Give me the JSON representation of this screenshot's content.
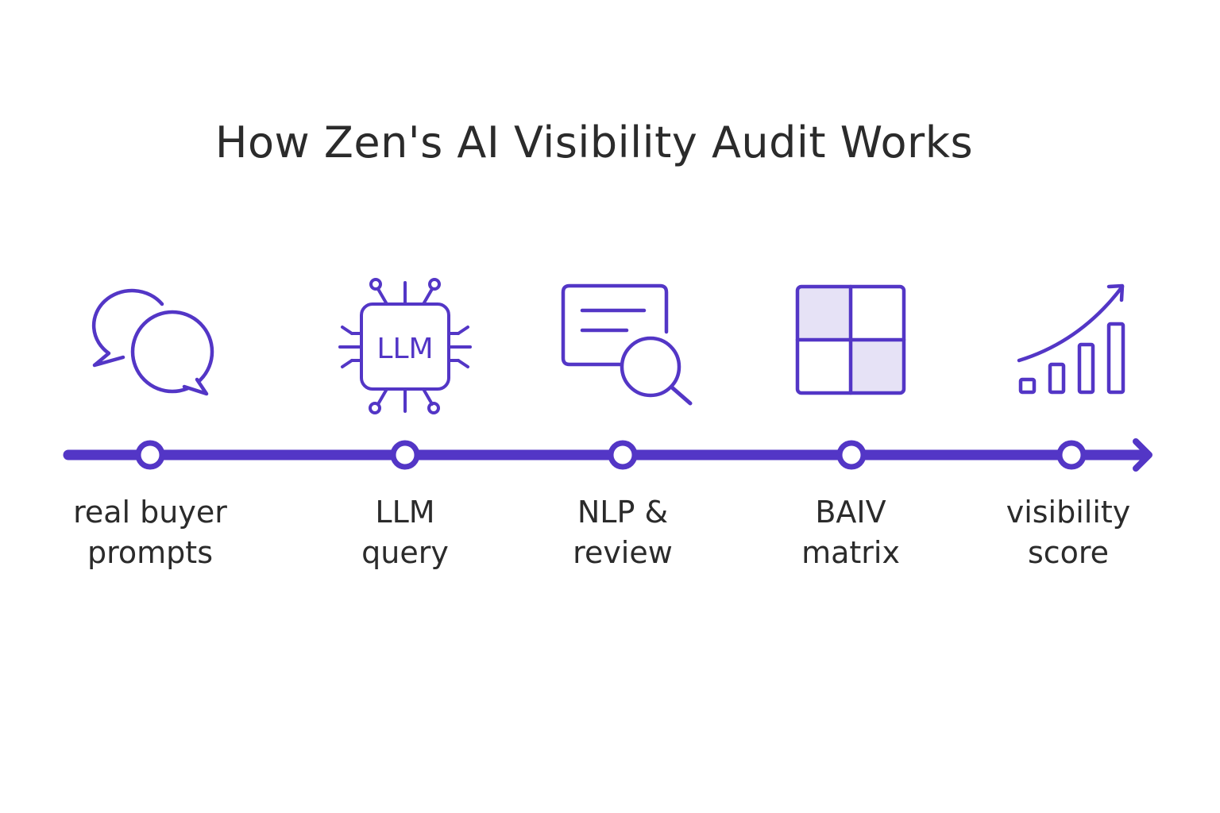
{
  "title": "How Zen's AI Visibility Audit Works",
  "colors": {
    "accent": "#5336c6",
    "fill_light": "#e6e2f6",
    "text": "#2b2b2b"
  },
  "icons": {
    "chip_text": "LLM"
  },
  "steps": [
    {
      "icon": "chat-bubbles-icon",
      "line1": "real buyer",
      "line2": "prompts"
    },
    {
      "icon": "llm-chip-icon",
      "line1": "LLM",
      "line2": "query"
    },
    {
      "icon": "document-search-icon",
      "line1": "NLP &",
      "line2": "review"
    },
    {
      "icon": "matrix-grid-icon",
      "line1": "BAIV",
      "line2": "matrix"
    },
    {
      "icon": "growth-chart-icon",
      "line1": "visibility",
      "line2": "score"
    }
  ]
}
